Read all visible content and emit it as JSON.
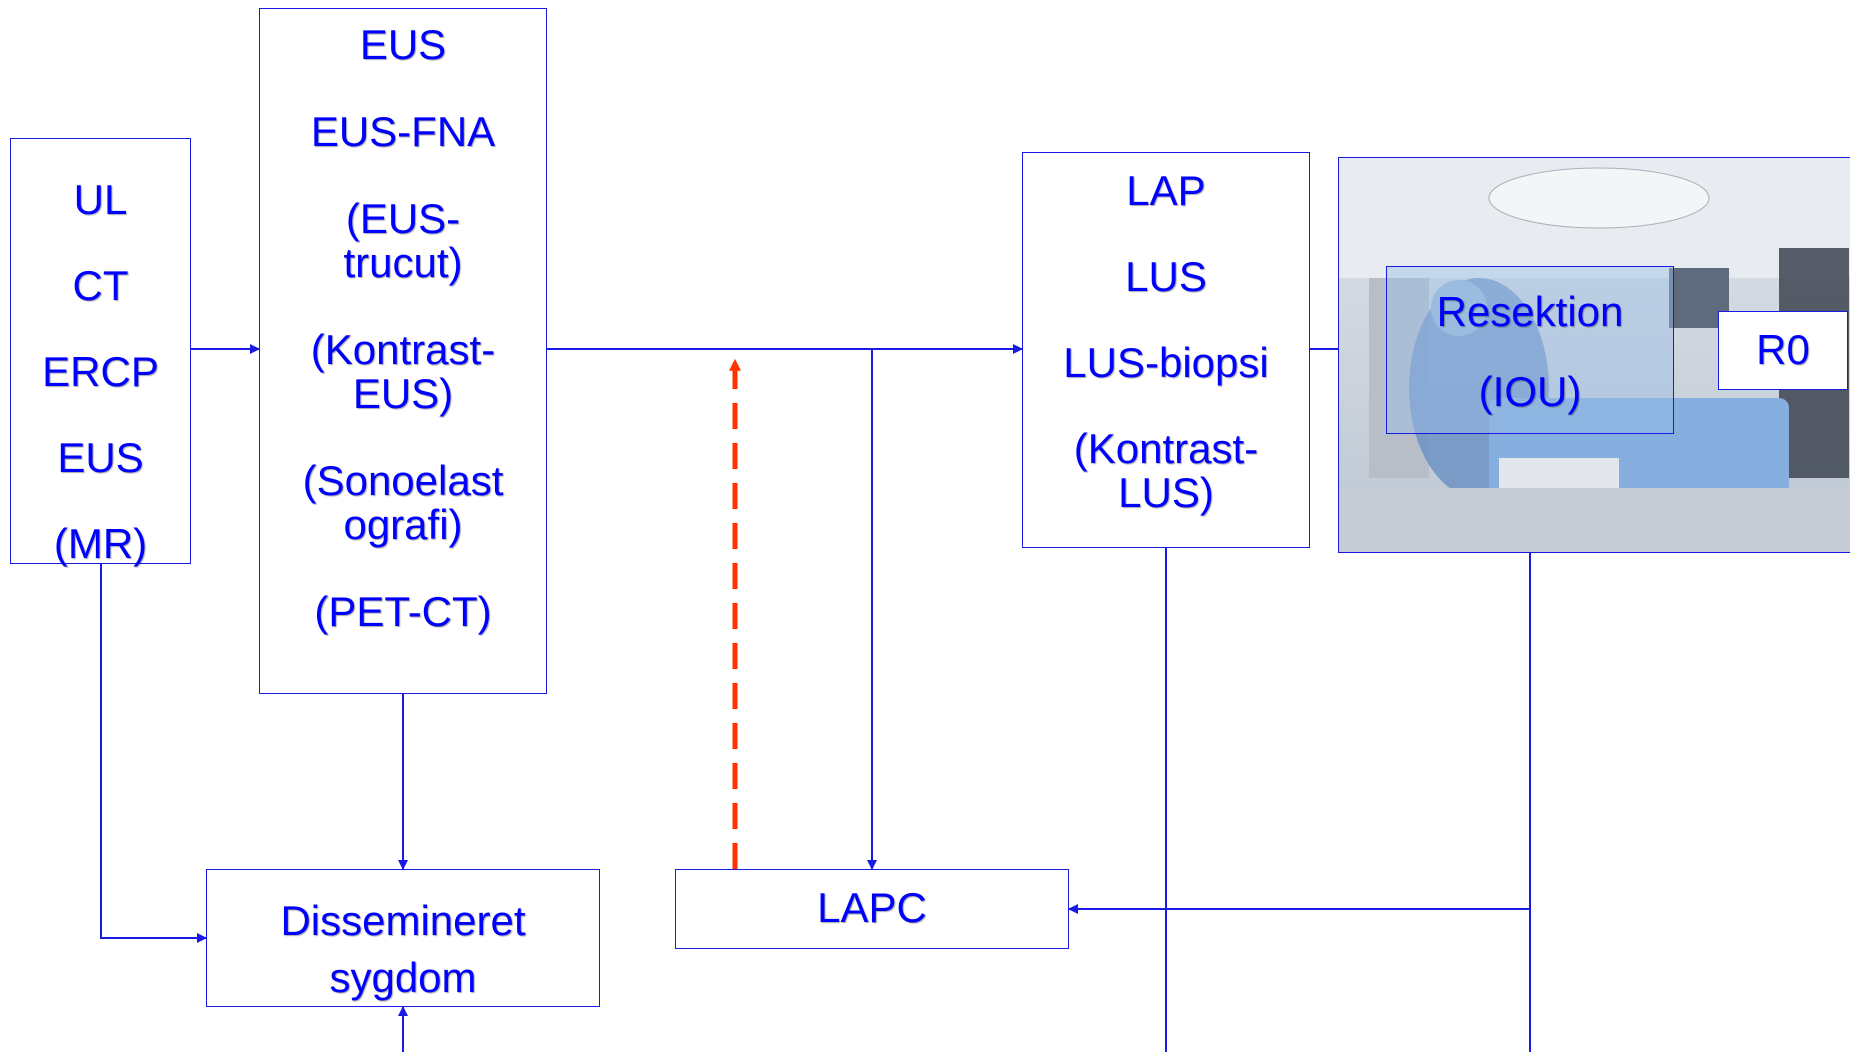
{
  "colors": {
    "box_border": "#1a1ae6",
    "text": "#0000ff",
    "connector": "#1a1ae6",
    "dashed_arrow": "#ff3300"
  },
  "boxes": {
    "imaging": [
      "UL",
      "CT",
      "ERCP",
      "EUS",
      "(MR)"
    ],
    "eus": [
      "EUS",
      "EUS-FNA",
      "(EUS-\ntrucut)",
      "(Kontrast-\nEUS)",
      "(Sonoelast\nografi)",
      "(PET-CT)"
    ],
    "lap": [
      "LAP",
      "LUS",
      "LUS-biopsi",
      "(Kontrast-\nLUS)"
    ],
    "resektion": [
      "Resektion",
      "(IOU)"
    ],
    "r0": "R0",
    "disseminated": "Dissemineret\nsygdom",
    "lapc": "LAPC"
  },
  "photo": {
    "description_icon": "operating-room-photo"
  }
}
